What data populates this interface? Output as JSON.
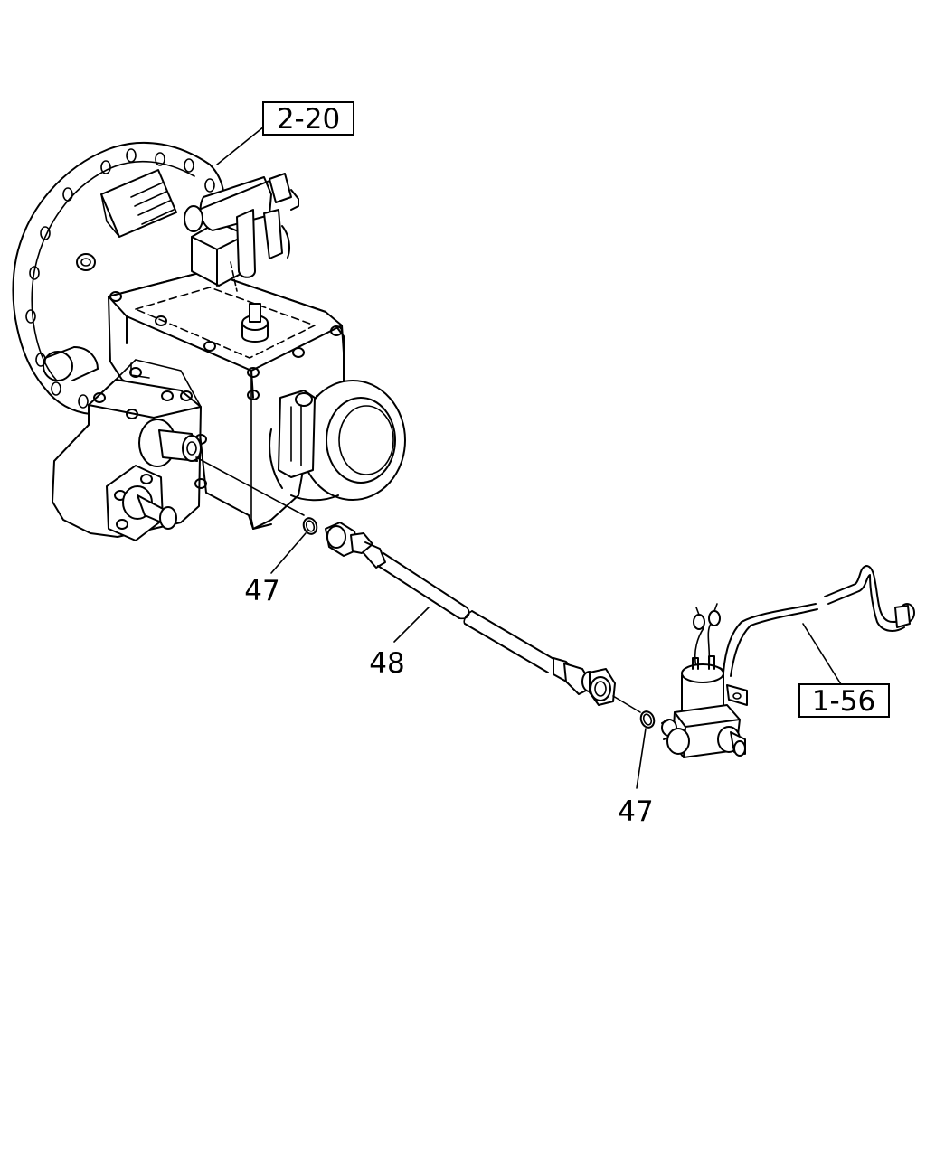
{
  "callouts": {
    "ref_transmission": "2-20",
    "ref_switch": "1-56",
    "oring_upper": "47",
    "cable": "48",
    "oring_lower": "47"
  }
}
